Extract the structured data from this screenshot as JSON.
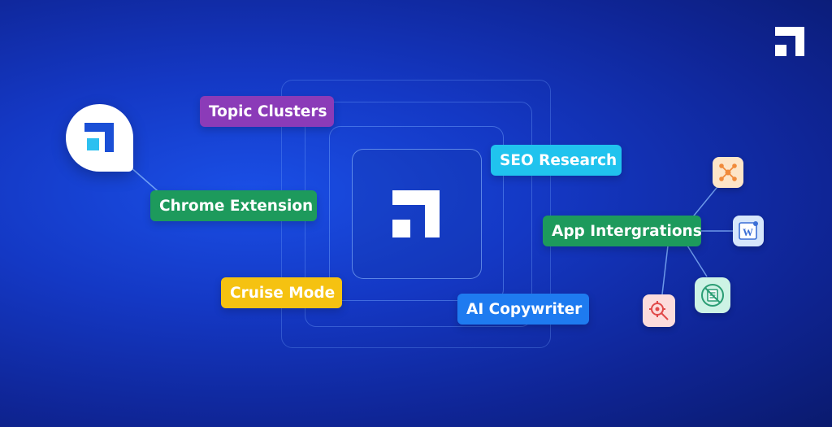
{
  "features": {
    "topic_clusters": "Topic Clusters",
    "seo_research": "SEO Research",
    "chrome_extension": "Chrome Extension",
    "app_integrations": "App Intergrations",
    "cruise_mode": "Cruise Mode",
    "ai_copywriter": "AI Copywriter"
  },
  "icons": {
    "brand_logo": "brand-logo-icon",
    "network": "network-icon",
    "word": "word-icon",
    "document": "document-icon",
    "target_search": "target-search-icon"
  },
  "colors": {
    "topic_clusters": "#8b3bb8",
    "seo_research": "#20c3ee",
    "chrome_extension": "#1d9a5c",
    "app_integrations": "#1d9a5c",
    "cruise_mode": "#f5c211",
    "ai_copywriter": "#1e7bf0"
  }
}
